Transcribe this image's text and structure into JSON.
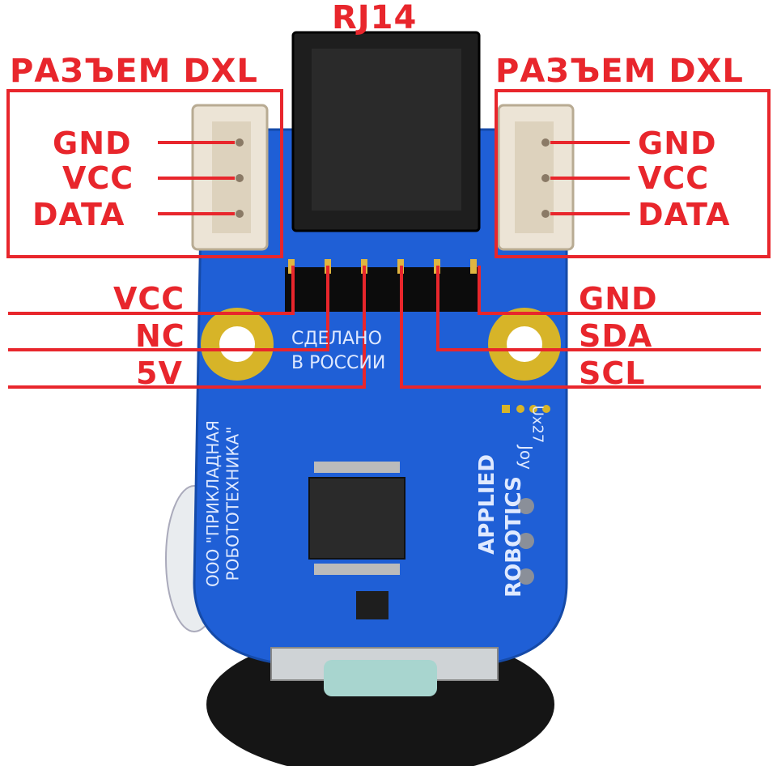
{
  "top_label": "RJ14",
  "left_connector": {
    "title": "РАЗЪЕМ DXL",
    "pins": [
      "GND",
      "VCC",
      "DATA"
    ]
  },
  "right_connector": {
    "title": "РАЗЪЕМ DXL",
    "pins": [
      "GND",
      "VCC",
      "DATA"
    ]
  },
  "header_left_pins": [
    "VCC",
    "NC",
    "5V"
  ],
  "header_right_pins": [
    "GND",
    "SDA",
    "SCL"
  ],
  "board_silkscreen": {
    "made_in_line1": "СДЕЛАНО",
    "made_in_line2": "В РОССИИ",
    "company_line1": "ООО \"ПРИКЛАДНАЯ",
    "company_line2": "РОБОТОТЕХНИКА\"",
    "brand_line1": "APPLIED",
    "brand_line2": "ROBOTICS",
    "part_label": "Joy",
    "ux_label": "Ux27"
  },
  "colors": {
    "accent_red": "#e8262c",
    "pcb_blue": "#1f5fd6",
    "pad_gold": "#d7b428"
  }
}
